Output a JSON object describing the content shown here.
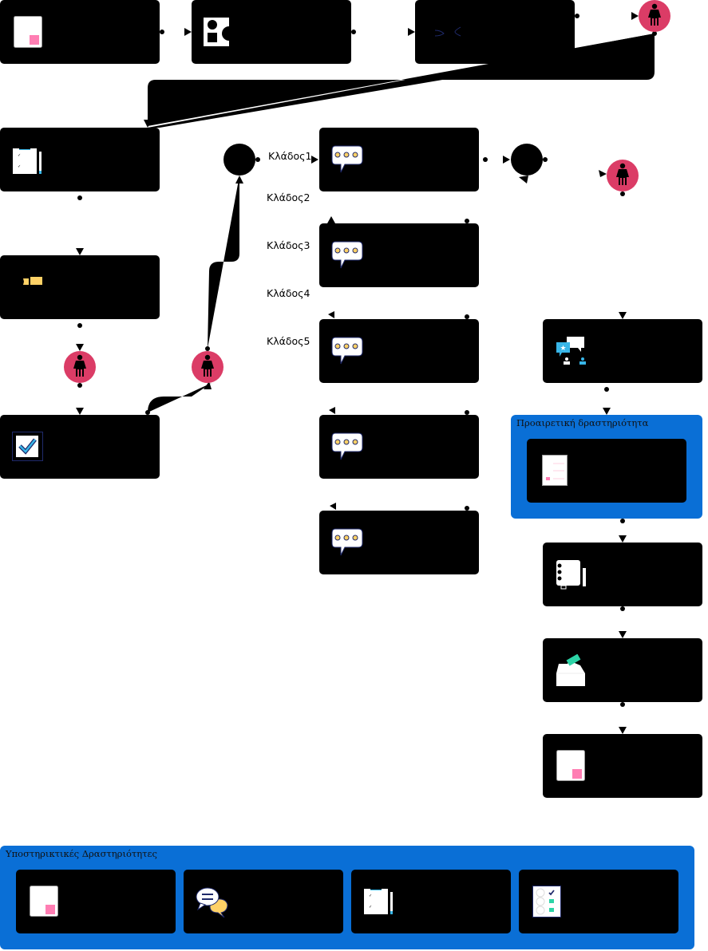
{
  "diagram": {
    "type": "learning-activity-flow",
    "branch_labels": [
      "Κλάδος1",
      "Κλάδος2",
      "Κλάδος3",
      "Κλάδος4",
      "Κλάδος5"
    ],
    "optional_group": {
      "title": "Προαιρετική δραστηριότητα"
    },
    "support_group": {
      "title": "Υποστηρικτικές Δραστηριότητες"
    },
    "nodes": [
      {
        "id": "n1",
        "icon": "document-icon"
      },
      {
        "id": "n2",
        "icon": "shapes-icon"
      },
      {
        "id": "n3",
        "icon": "link-icon"
      },
      {
        "id": "n4",
        "icon": "clipboard-icon"
      },
      {
        "id": "n5",
        "icon": "ticket-icon"
      },
      {
        "id": "n6",
        "icon": "checkbox-icon"
      },
      {
        "id": "b1",
        "icon": "speech-bubble-icon"
      },
      {
        "id": "b2",
        "icon": "speech-bubble-icon"
      },
      {
        "id": "b3",
        "icon": "speech-bubble-icon"
      },
      {
        "id": "b4",
        "icon": "speech-bubble-icon"
      },
      {
        "id": "b5",
        "icon": "speech-bubble-icon"
      },
      {
        "id": "r1",
        "icon": "peer-review-icon"
      },
      {
        "id": "r2",
        "icon": "document-icon"
      },
      {
        "id": "r3",
        "icon": "notebook-icon"
      },
      {
        "id": "r4",
        "icon": "ballot-box-icon"
      },
      {
        "id": "r5",
        "icon": "document-icon"
      },
      {
        "id": "s1",
        "icon": "document-icon"
      },
      {
        "id": "s2",
        "icon": "discussion-icon"
      },
      {
        "id": "s3",
        "icon": "clipboard-icon"
      },
      {
        "id": "s4",
        "icon": "survey-icon"
      }
    ],
    "colors": {
      "node": "#000000",
      "group": "#0a6fd6",
      "figure": "#db3c66",
      "accent_pink": "#ff7eb3",
      "accent_yellow": "#ffd166",
      "accent_teal": "#2dd4a7",
      "accent_blue": "#38b6e8"
    }
  }
}
